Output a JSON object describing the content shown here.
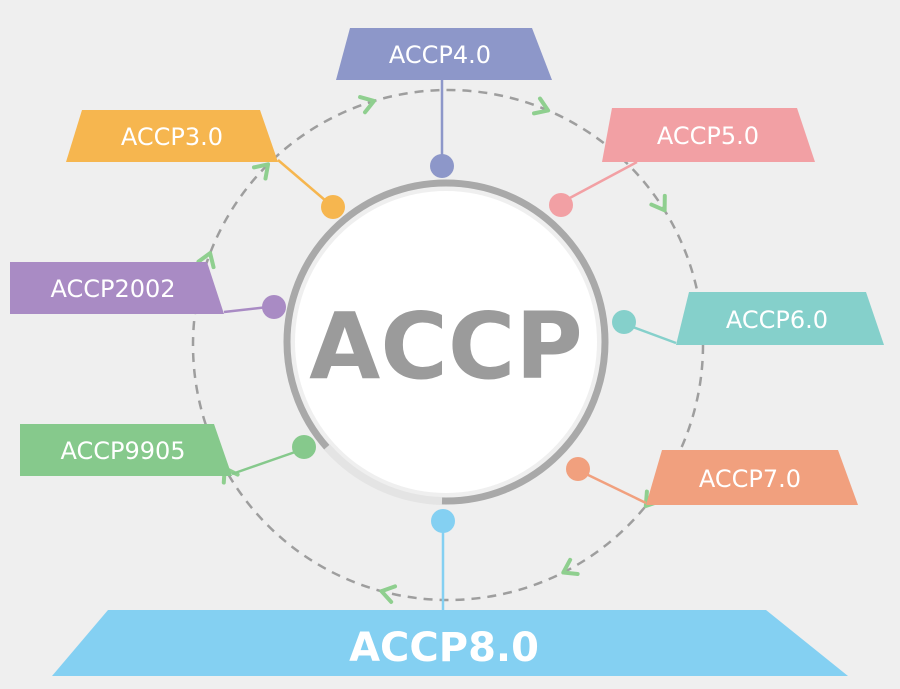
{
  "center": {
    "label": "ACCP"
  },
  "versions": [
    {
      "key": "accp40",
      "label": "ACCP4.0",
      "color": "#8d97c9"
    },
    {
      "key": "accp50",
      "label": "ACCP5.0",
      "color": "#f2a0a4"
    },
    {
      "key": "accp60",
      "label": "ACCP6.0",
      "color": "#85d0cb"
    },
    {
      "key": "accp70",
      "label": "ACCP7.0",
      "color": "#f1a07e"
    },
    {
      "key": "accp80",
      "label": "ACCP8.0",
      "color": "#84d0f2"
    },
    {
      "key": "accp9905",
      "label": "ACCP9905",
      "color": "#86c98c"
    },
    {
      "key": "accp2002",
      "label": "ACCP2002",
      "color": "#a98bc4"
    },
    {
      "key": "accp30",
      "label": "ACCP3.0",
      "color": "#f6b64f"
    }
  ],
  "colors": {
    "background": "#efefef",
    "center_ring": "#a9a9a9",
    "center_fill": "#ffffff",
    "center_text": "#9b9b9b",
    "orbit_dash": "#9e9e9e",
    "arrow": "#8fcf8f"
  },
  "icons": {
    "direction_marker": "chevron-arrow-icon"
  }
}
